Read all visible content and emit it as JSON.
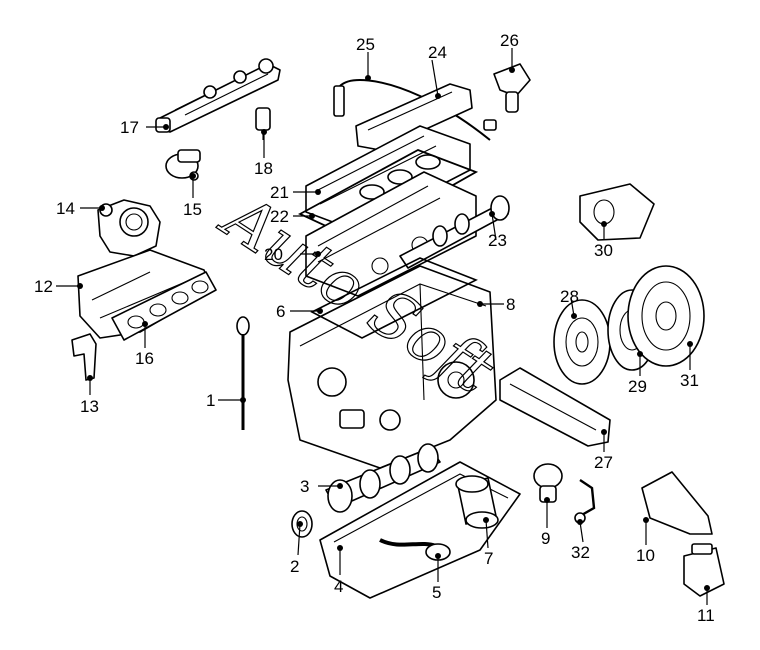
{
  "diagram": {
    "watermark": "Auto Soft",
    "callouts": [
      "1",
      "2",
      "3",
      "4",
      "5",
      "6",
      "7",
      "8",
      "9",
      "10",
      "11",
      "12",
      "13",
      "14",
      "15",
      "16",
      "17",
      "18",
      "20",
      "21",
      "22",
      "23",
      "24",
      "25",
      "26",
      "27",
      "28",
      "29",
      "30",
      "31",
      "32"
    ]
  }
}
